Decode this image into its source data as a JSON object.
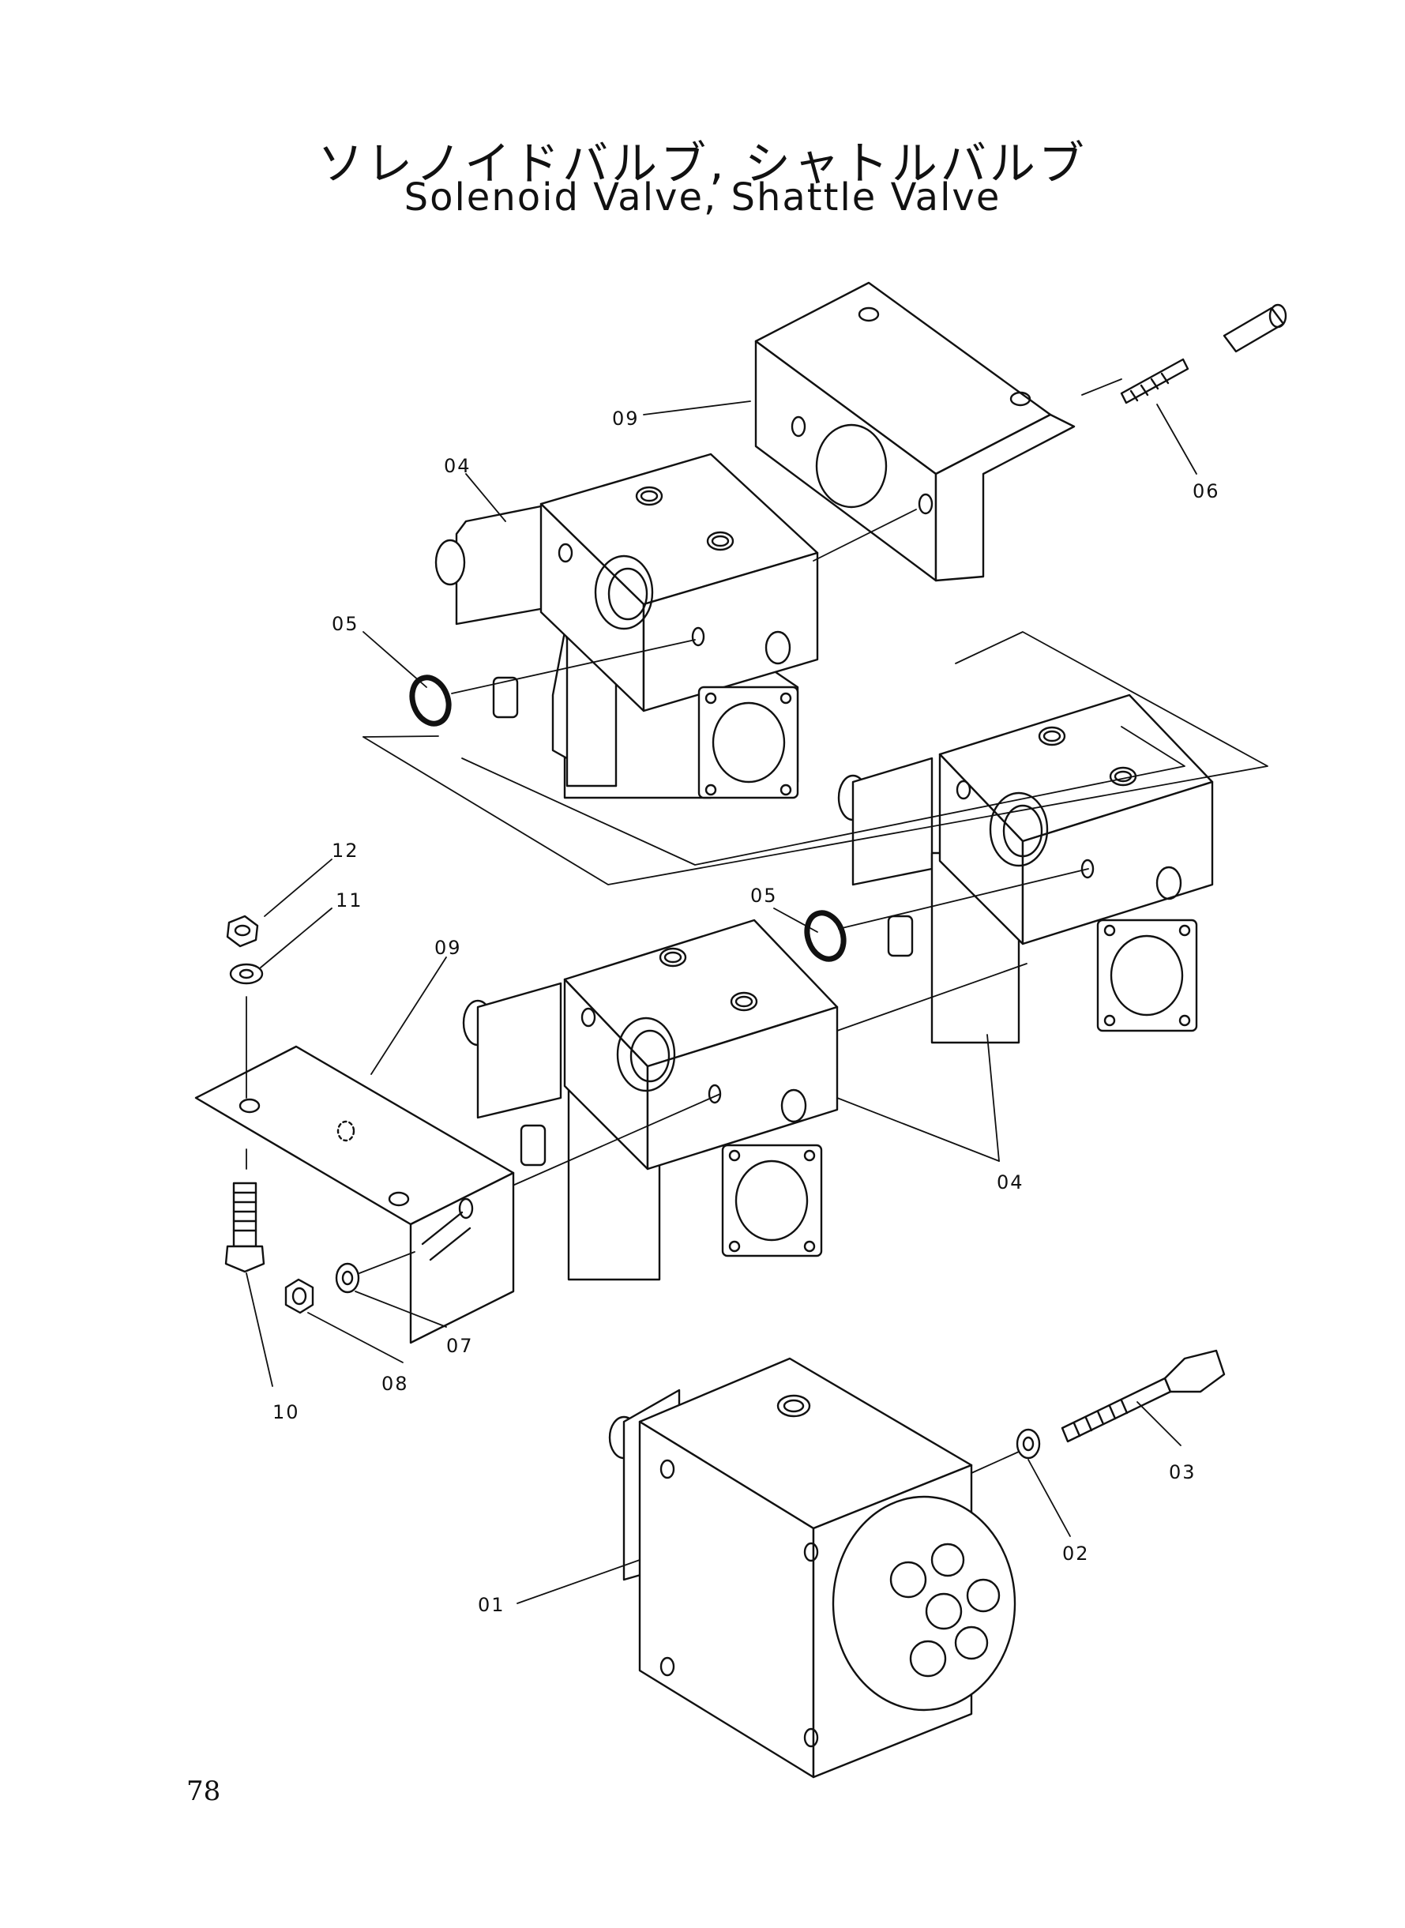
{
  "title": {
    "japanese": "ソレノイドバルブ, シャトルバルブ",
    "english": "Solenoid Valve,  Shattle Valve"
  },
  "page_number": "78",
  "callouts": {
    "p01": "01",
    "p02": "02",
    "p03": "03",
    "p04_top": "04",
    "p04_bottom": "04",
    "p05_left": "05",
    "p05_right": "05",
    "p06": "06",
    "p07": "07",
    "p08": "08",
    "p09_top": "09",
    "p09_bottom": "09",
    "p10": "10",
    "p11": "11",
    "p12": "12"
  }
}
